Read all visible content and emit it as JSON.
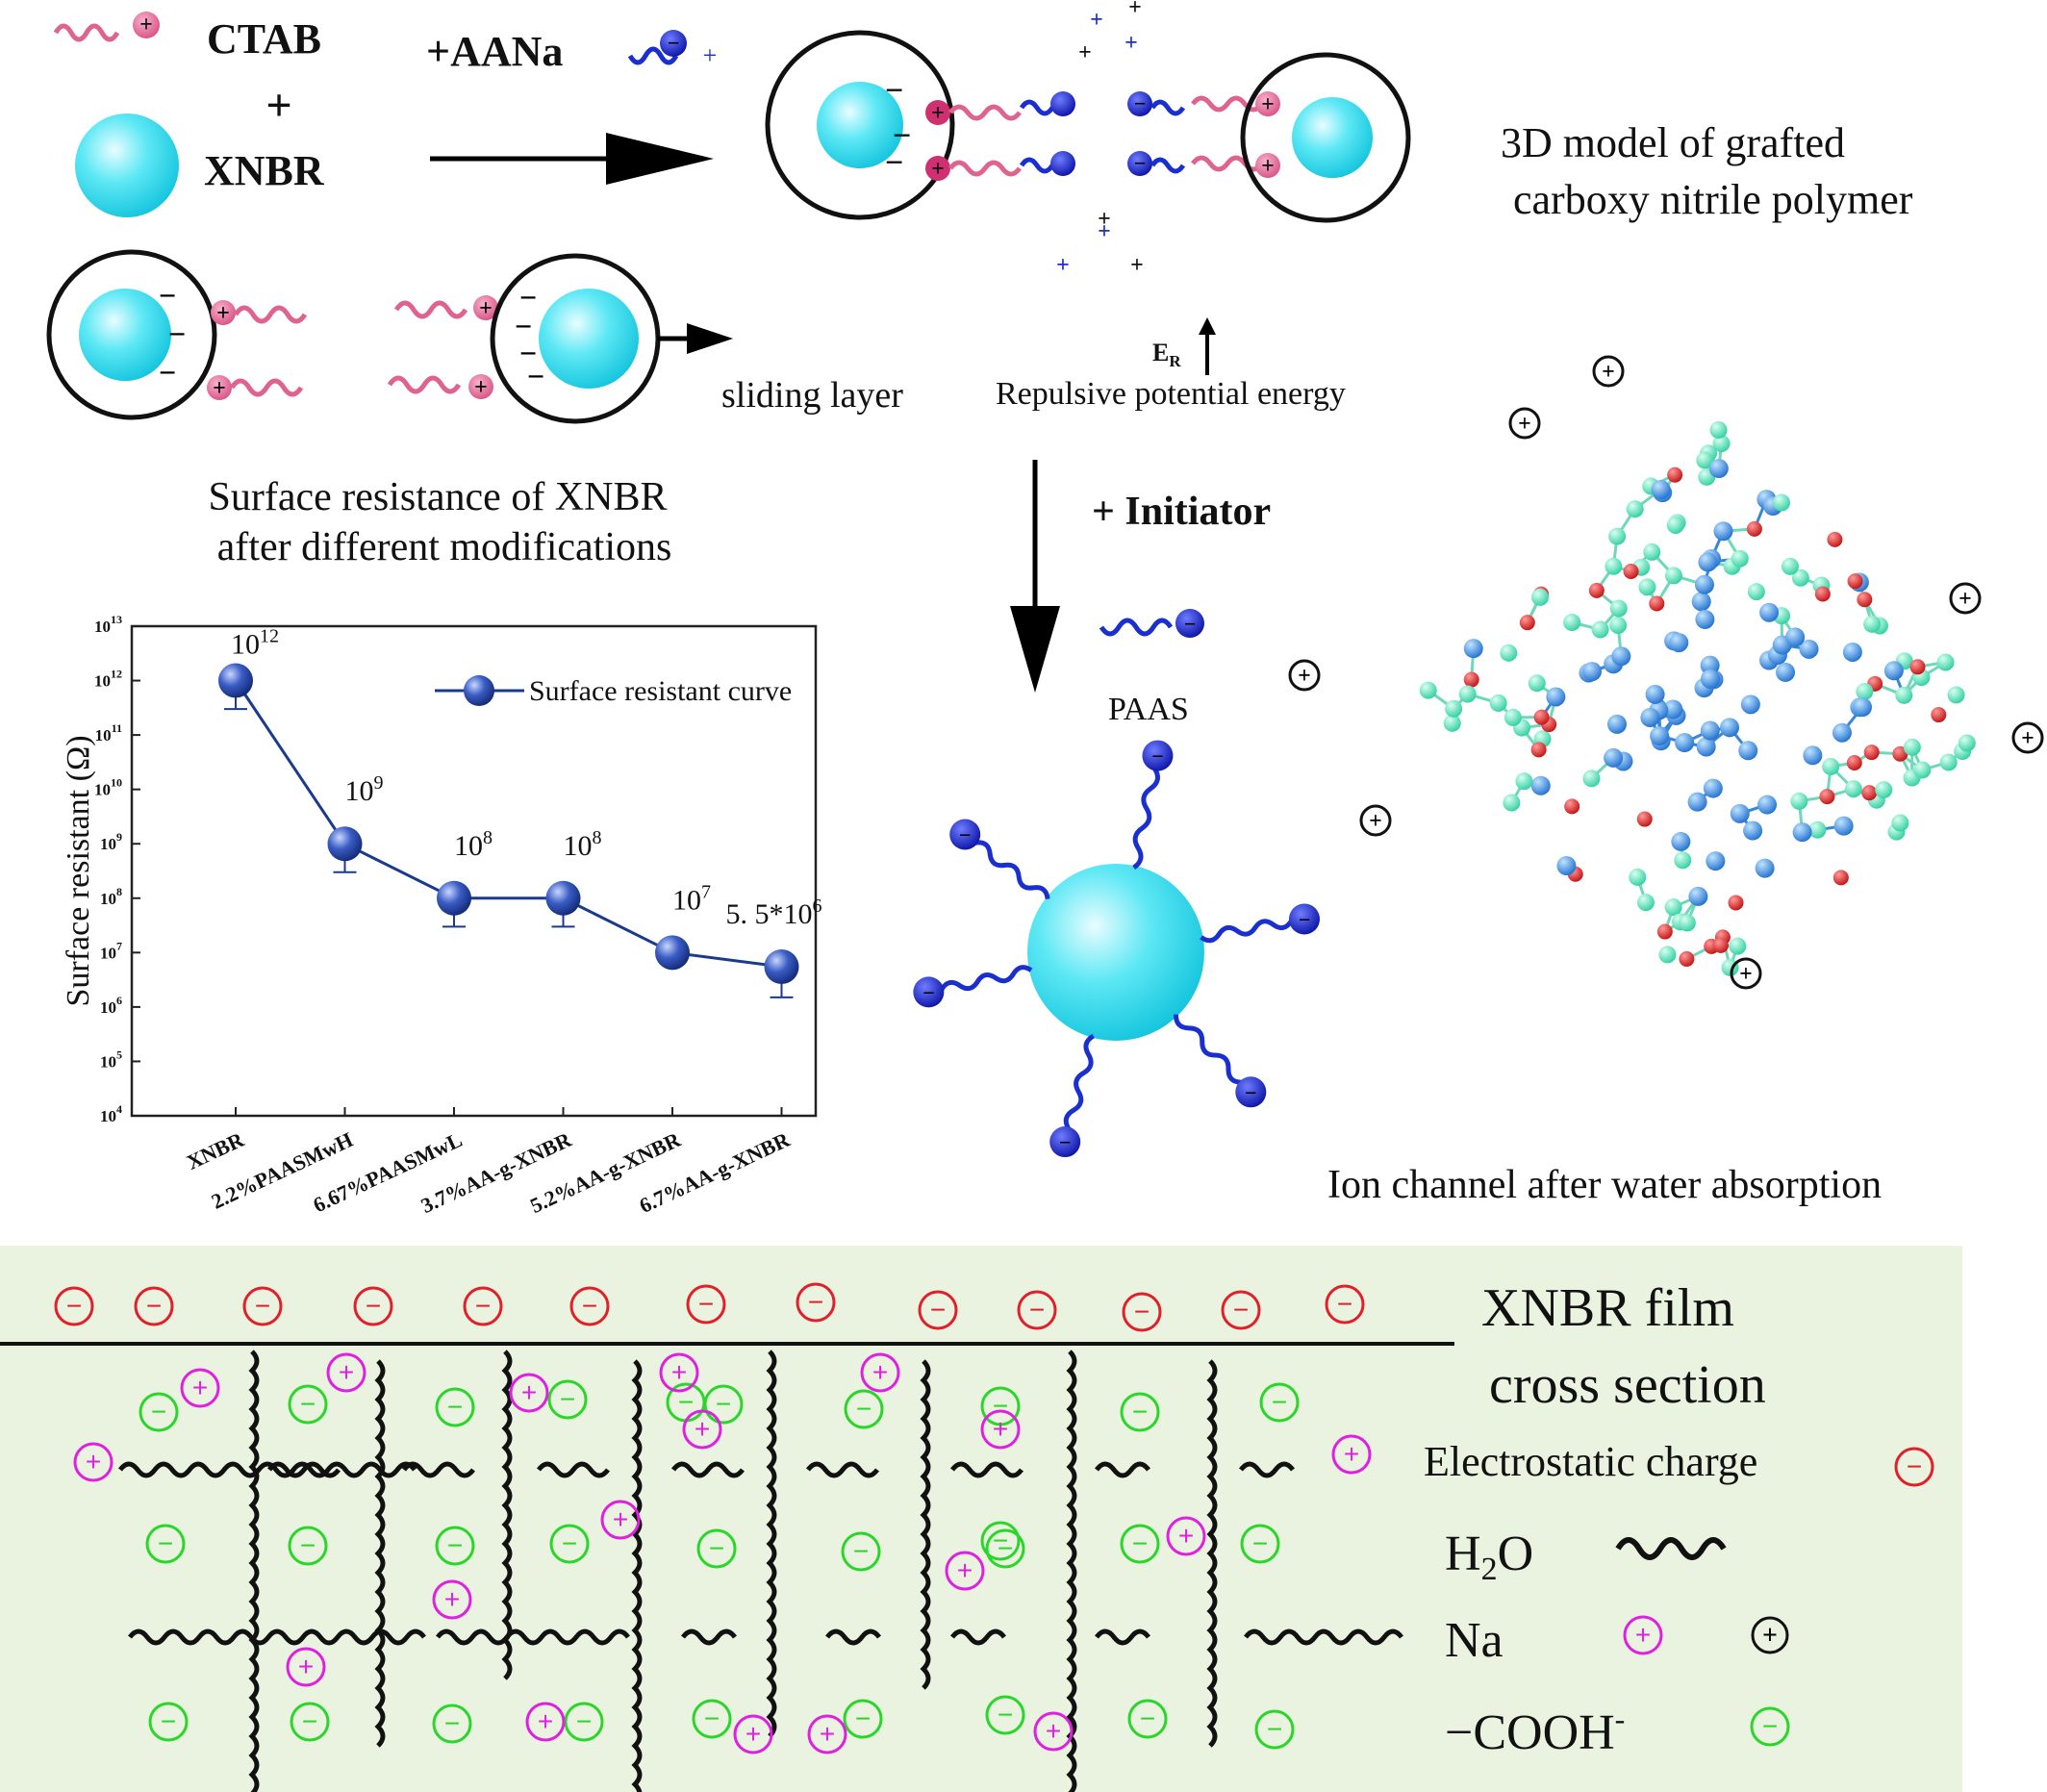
{
  "reagents": {
    "ctab": "CTAB",
    "plus": "+",
    "xnbr": "XNBR",
    "aana": "+AANa"
  },
  "labels": {
    "model_3d_line1": "3D model of grafted",
    "model_3d_line2": "carboxy nitrile polymer",
    "sliding_layer": "sliding layer",
    "er_main": "E",
    "er_sub": "R",
    "repulsive": "Repulsive potential energy",
    "surface_title_line1": "Surface resistance of XNBR",
    "surface_title_line2": "after different modifications",
    "initiator": "+ Initiator",
    "paas": "PAAS",
    "ion_channel": "Ion channel after water absorption"
  },
  "legend": {
    "film_line1": "XNBR film",
    "film_line2": "cross section",
    "electrostatic": "Electrostatic charge",
    "h2o_main": "H",
    "h2o_sub": "2",
    "h2o_end": "O",
    "na": "Na",
    "cooh_main": "COOH",
    "cooh_sup": "-"
  },
  "symbols": {
    "plus": "+",
    "minus": "−"
  },
  "colors": {
    "pink_chain": "#e0628f",
    "ctab_head": "#e8709a",
    "blue_chain": "#1a2fd0",
    "bead_blue": "#1420c8",
    "latex": "#25d7ea",
    "panel_bg": "#eaf3df",
    "neg_red": "#e0202a",
    "neg_green": "#2bd62b",
    "na_magenta": "#e020e0",
    "chart_line": "#1a3a8c"
  },
  "chart_data": {
    "type": "line",
    "categories": [
      "XNBR",
      "2.2%PAASMwH",
      "6.67%PAASMwL",
      "3.7%AA-g-XNBR",
      "5.2%AA-g-XNBR",
      "6.7%AA-g-XNBR"
    ],
    "series": [
      {
        "name": "Surface resistant curve",
        "values": [
          1000000000000.0,
          1000000000.0,
          100000000.0,
          100000000.0,
          10000000.0,
          5500000.0
        ]
      }
    ],
    "error_low": [
      300000000000.0,
      300000000.0,
      30000000.0,
      30000000.0,
      10000000.0,
      1500000.0
    ],
    "data_labels": [
      {
        "base": "10",
        "exp": "12"
      },
      {
        "base": "10",
        "exp": "9"
      },
      {
        "base": "10",
        "exp": "8"
      },
      {
        "base": "10",
        "exp": "8"
      },
      {
        "base": "10",
        "exp": "7"
      },
      {
        "base": "5. 5*10",
        "exp": "6"
      }
    ],
    "ylabel": "Surface resistant (Ω)",
    "xlabel": "",
    "y_scale": "log",
    "ylim": [
      10000.0,
      10000000000000.0
    ],
    "y_ticks": [
      {
        "base": "10",
        "exp": "4"
      },
      {
        "base": "10",
        "exp": "5"
      },
      {
        "base": "10",
        "exp": "6"
      },
      {
        "base": "10",
        "exp": "7"
      },
      {
        "base": "10",
        "exp": "8"
      },
      {
        "base": "10",
        "exp": "9"
      },
      {
        "base": "10",
        "exp": "10"
      },
      {
        "base": "10",
        "exp": "11"
      },
      {
        "base": "10",
        "exp": "12"
      },
      {
        "base": "10",
        "exp": "13"
      }
    ],
    "legend_position": "top-right",
    "grid": false
  }
}
